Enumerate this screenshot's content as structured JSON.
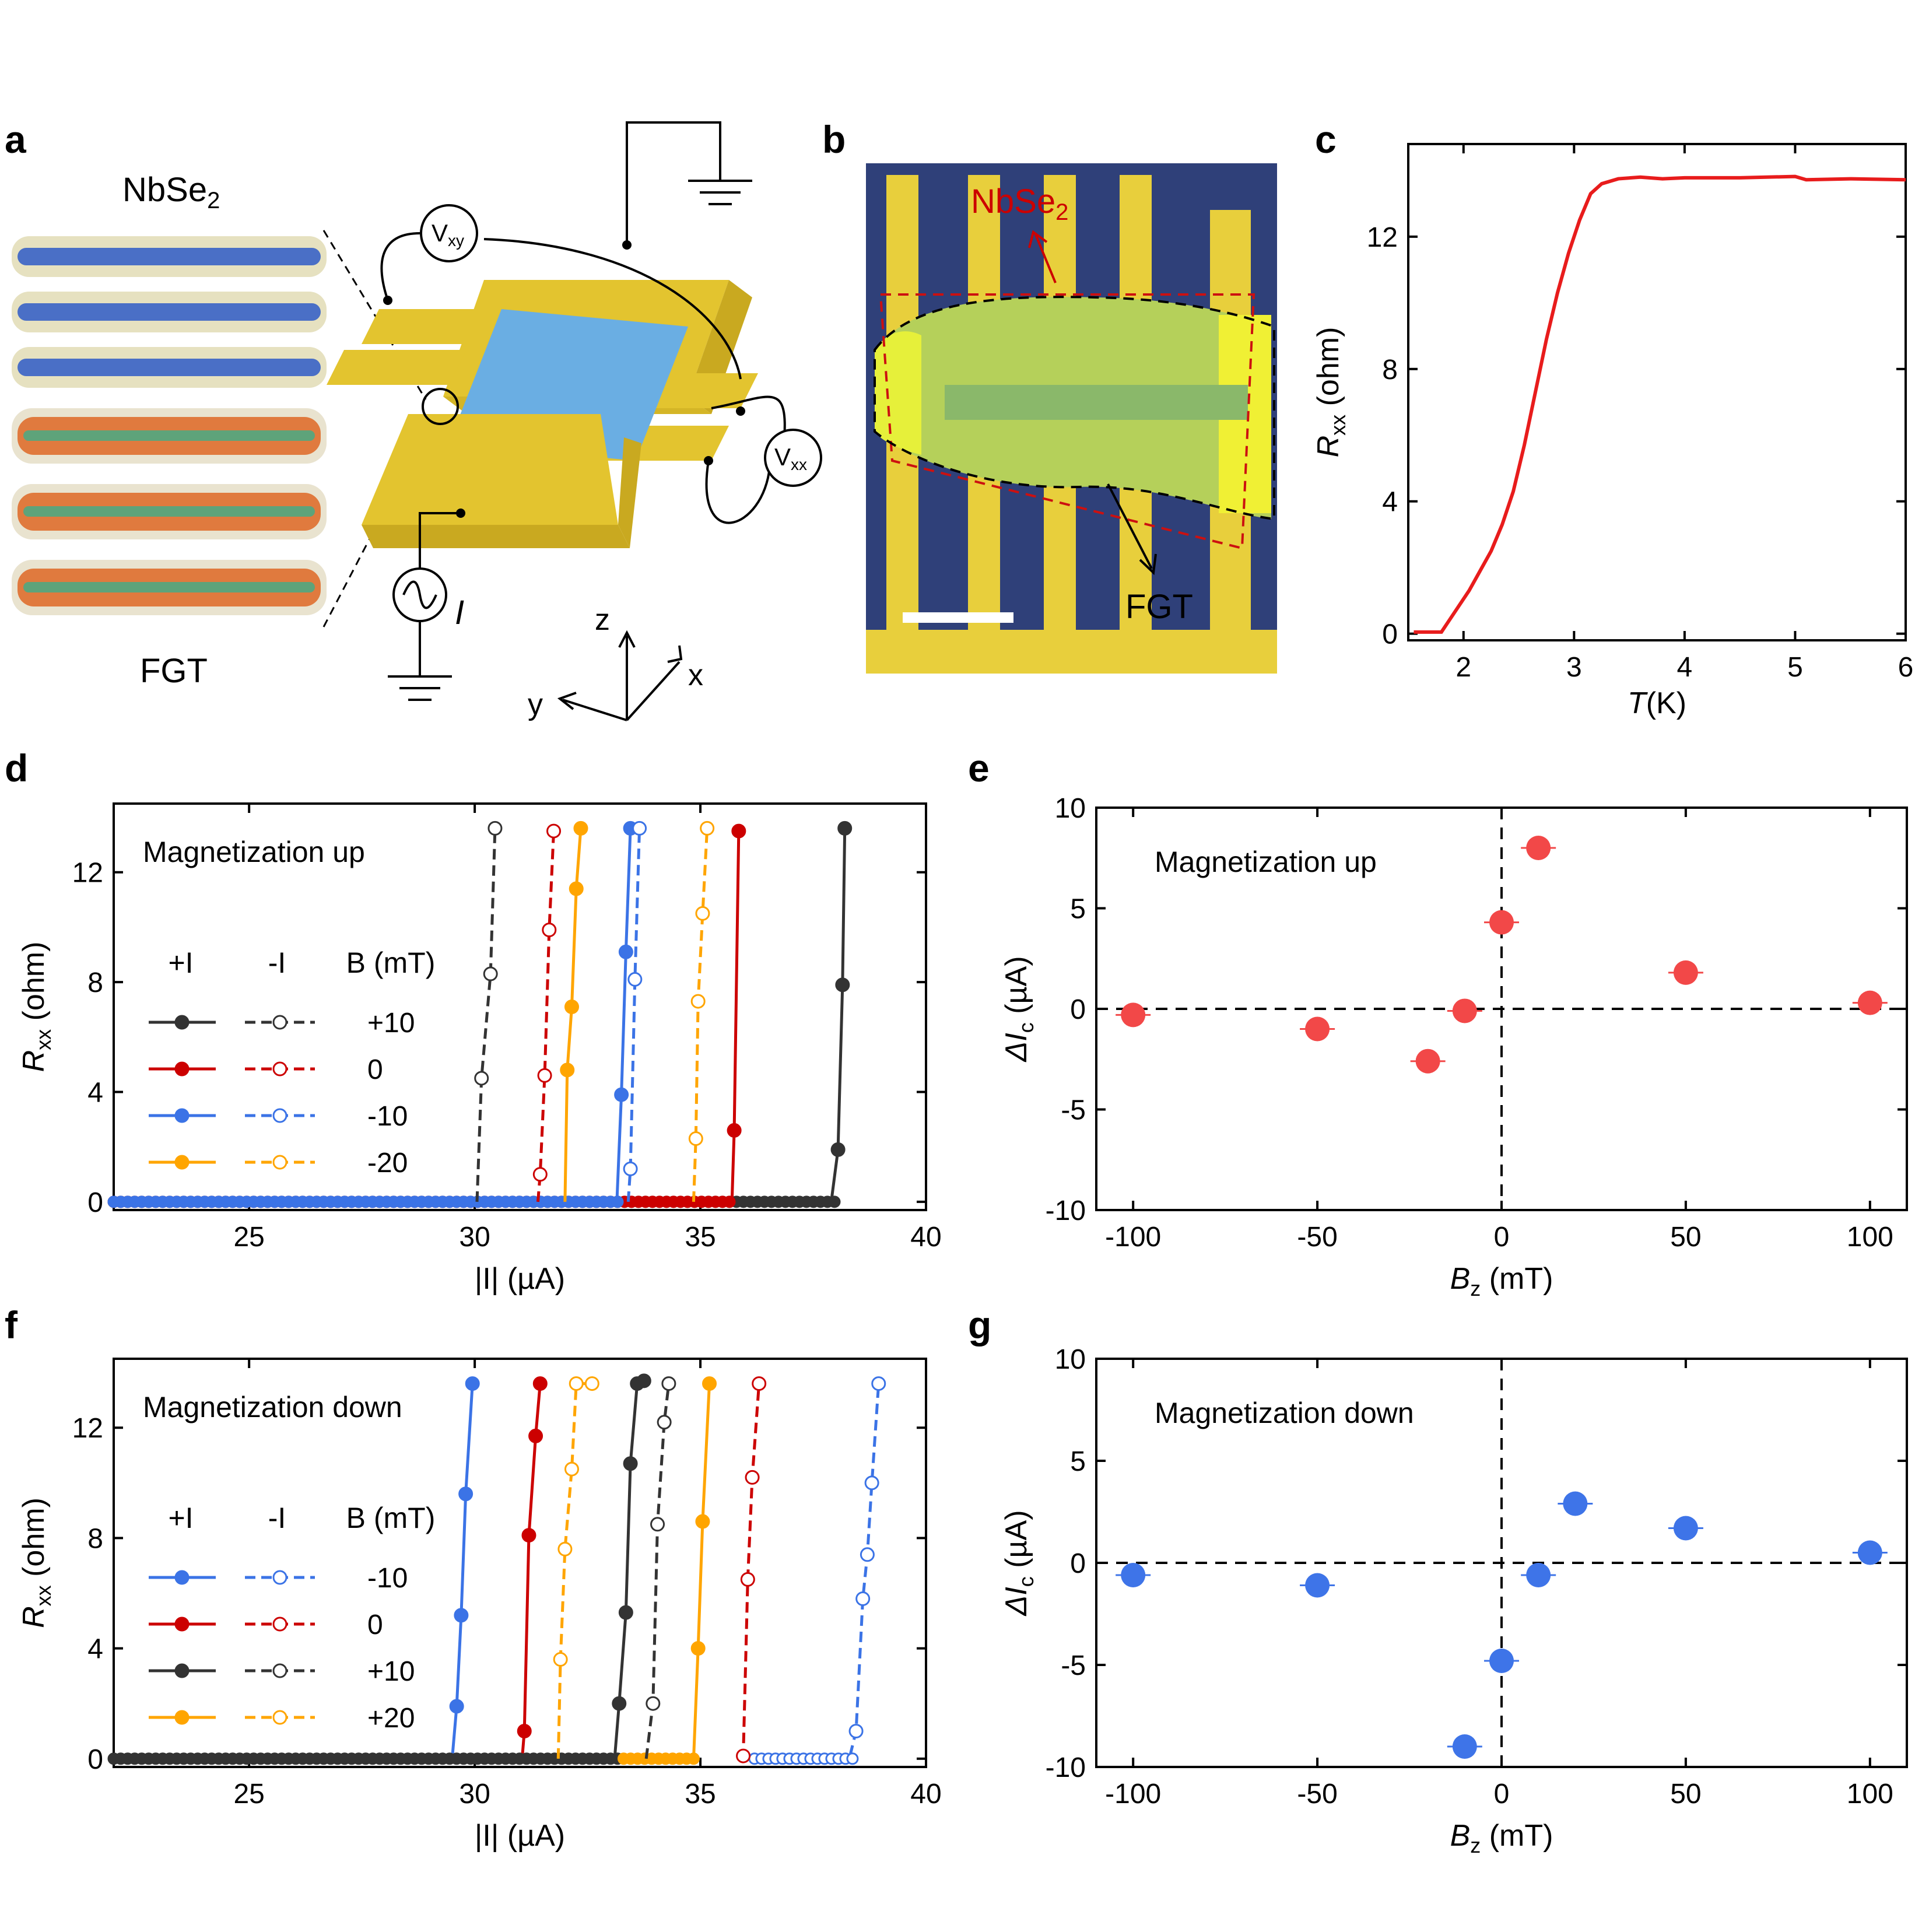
{
  "panels": {
    "a": {
      "letter": "a",
      "top_label": "NbSe",
      "top_label_sub": "2",
      "bottom_label": "FGT",
      "vxy_label": "V",
      "vxy_sub": "xy",
      "vxx_label": "V",
      "vxx_sub": "xx",
      "current_label": "I",
      "axis_z": "z",
      "axis_x": "x",
      "axis_y": "y"
    },
    "b": {
      "letter": "b",
      "nbse2_label": "NbSe",
      "nbse2_sub": "2",
      "fgt_label": "FGT"
    },
    "c": {
      "letter": "c"
    },
    "d": {
      "letter": "d"
    },
    "e": {
      "letter": "e"
    },
    "f": {
      "letter": "f"
    },
    "g": {
      "letter": "g"
    }
  },
  "colors": {
    "red": "#cc0000",
    "black": "#333333",
    "blue": "#3b73e6",
    "orange": "#ffa500",
    "curve_c": "#e81c1c",
    "points_e": "#f24848",
    "points_g": "#3e74e8",
    "gold": "#e8cf3c",
    "blue_flake": "#6aaee3"
  },
  "chart_data": [
    {
      "id": "c",
      "type": "line",
      "title": "",
      "xlabel": "T",
      "xlabel_unit": "(K)",
      "ylabel": "R",
      "ylabel_sub": "xx",
      "ylabel_unit": " (ohm)",
      "xlim": [
        1.5,
        6
      ],
      "ylim": [
        -0.2,
        14.8
      ],
      "xticks": [
        2,
        3,
        4,
        5,
        6
      ],
      "yticks": [
        0,
        4,
        8,
        12
      ],
      "series": [
        {
          "color": "#e81c1c",
          "x": [
            1.55,
            1.8,
            1.85,
            1.95,
            2.05,
            2.15,
            2.25,
            2.35,
            2.45,
            2.55,
            2.65,
            2.75,
            2.85,
            2.95,
            3.05,
            3.15,
            3.25,
            3.4,
            3.6,
            3.8,
            4.0,
            4.5,
            5.0,
            5.1,
            5.5,
            6.0
          ],
          "y": [
            0.05,
            0.05,
            0.3,
            0.8,
            1.3,
            1.9,
            2.5,
            3.3,
            4.3,
            5.7,
            7.3,
            8.9,
            10.3,
            11.5,
            12.5,
            13.3,
            13.6,
            13.75,
            13.8,
            13.75,
            13.78,
            13.78,
            13.82,
            13.72,
            13.75,
            13.72
          ]
        }
      ]
    },
    {
      "id": "d",
      "type": "line",
      "annotation": "Magnetization up",
      "xlabel": "|I| (µA)",
      "ylabel": "R",
      "ylabel_sub": "xx",
      "ylabel_unit": " (ohm)",
      "xlim": [
        22,
        40
      ],
      "ylim": [
        -0.3,
        14.5
      ],
      "xticks": [
        25,
        30,
        35,
        40
      ],
      "yticks": [
        0,
        4,
        8,
        12
      ],
      "legend": {
        "header_plus": "+I",
        "header_minus": "-I",
        "header_b": "B (mT)",
        "entries": [
          "+10",
          "0",
          "-10",
          "-20"
        ]
      },
      "series": [
        {
          "name": "+10",
          "color": "#333333",
          "style": "filled",
          "x": [
            22,
            37.9,
            38.05,
            38.15,
            38.2
          ],
          "y": [
            0,
            0,
            1.9,
            7.9,
            13.6
          ]
        },
        {
          "name": "0",
          "color": "#cc0000",
          "style": "filled",
          "x": [
            22,
            35.7,
            35.75,
            35.85
          ],
          "y": [
            0,
            0,
            2.6,
            13.5
          ]
        },
        {
          "name": "-10",
          "color": "#3b73e6",
          "style": "filled",
          "x": [
            22,
            33.15,
            33.25,
            33.35,
            33.45
          ],
          "y": [
            0,
            0,
            3.9,
            9.1,
            13.6
          ]
        },
        {
          "name": "-20",
          "color": "#ffa500",
          "style": "filled",
          "x": [
            32.0,
            32.05,
            32.15,
            32.25,
            32.35
          ],
          "y": [
            0,
            4.8,
            7.1,
            11.4,
            13.6
          ]
        },
        {
          "name": "+10",
          "color": "#333333",
          "style": "open",
          "x": [
            30.05,
            30.15,
            30.35,
            30.45
          ],
          "y": [
            0,
            4.5,
            8.3,
            13.6
          ]
        },
        {
          "name": "0",
          "color": "#cc0000",
          "style": "open",
          "x": [
            31.4,
            31.45,
            31.55,
            31.65,
            31.75
          ],
          "y": [
            0,
            1.0,
            4.6,
            9.9,
            13.5
          ]
        },
        {
          "name": "-10",
          "color": "#3b73e6",
          "style": "open",
          "x": [
            33.4,
            33.45,
            33.55,
            33.65
          ],
          "y": [
            0,
            1.2,
            8.1,
            13.6
          ]
        },
        {
          "name": "-20",
          "color": "#ffa500",
          "style": "open",
          "x": [
            34.85,
            34.9,
            34.95,
            35.05,
            35.15
          ],
          "y": [
            0,
            2.3,
            7.3,
            10.5,
            13.6
          ]
        }
      ]
    },
    {
      "id": "e",
      "type": "scatter",
      "annotation": "Magnetization up",
      "xlabel": "B",
      "xlabel_sub": "z",
      "xlabel_unit": " (mT)",
      "ylabel": "ΔI",
      "ylabel_sub": "c",
      "ylabel_unit": " (µA)",
      "xlim": [
        -110,
        110
      ],
      "ylim": [
        -10,
        10
      ],
      "xticks": [
        -100,
        -50,
        0,
        50,
        100
      ],
      "yticks": [
        -10,
        -5,
        0,
        5,
        10
      ],
      "series": [
        {
          "color": "#f24848",
          "x": [
            -100,
            -50,
            -20,
            -10,
            0,
            10,
            50,
            100
          ],
          "y": [
            -0.3,
            -1.0,
            -2.6,
            -0.1,
            4.3,
            8.0,
            1.8,
            0.3
          ]
        }
      ]
    },
    {
      "id": "f",
      "type": "line",
      "annotation": "Magnetization down",
      "xlabel": "|I| (µA)",
      "ylabel": "R",
      "ylabel_sub": "xx",
      "ylabel_unit": " (ohm)",
      "xlim": [
        22,
        40
      ],
      "ylim": [
        -0.3,
        14.5
      ],
      "xticks": [
        25,
        30,
        35,
        40
      ],
      "yticks": [
        0,
        4,
        8,
        12
      ],
      "legend": {
        "header_plus": "+I",
        "header_minus": "-I",
        "header_b": "B (mT)",
        "entries": [
          "-10",
          "0",
          "+10",
          "+20"
        ]
      },
      "series": [
        {
          "name": "-10",
          "color": "#3b73e6",
          "style": "filled",
          "x": [
            29.5,
            29.6,
            29.7,
            29.8,
            29.95
          ],
          "y": [
            0,
            1.9,
            5.2,
            9.6,
            13.6
          ]
        },
        {
          "name": "0",
          "color": "#cc0000",
          "style": "filled",
          "x": [
            31.05,
            31.1,
            31.2,
            31.35,
            31.45
          ],
          "y": [
            0,
            1.0,
            8.1,
            11.7,
            13.6
          ]
        },
        {
          "name": "+10",
          "color": "#333333",
          "style": "filled",
          "x": [
            22,
            33.1,
            33.2,
            33.35,
            33.45,
            33.6,
            33.75
          ],
          "y": [
            0,
            0,
            2.0,
            5.3,
            10.7,
            13.6,
            13.7
          ]
        },
        {
          "name": "+20",
          "color": "#ffa500",
          "style": "filled",
          "x": [
            33.3,
            34.85,
            34.95,
            35.05,
            35.2
          ],
          "y": [
            0,
            0,
            4.0,
            8.6,
            13.6
          ]
        },
        {
          "name": "-10",
          "color": "#3b73e6",
          "style": "open",
          "x": [
            36.2,
            38.3,
            38.45,
            38.6,
            38.7,
            38.8,
            38.95
          ],
          "y": [
            0,
            0,
            1.0,
            5.8,
            7.4,
            10.0,
            13.6
          ]
        },
        {
          "name": "0",
          "color": "#cc0000",
          "style": "open",
          "x": [
            35.9,
            35.95,
            36.05,
            36.15,
            36.3
          ],
          "y": [
            0,
            0.1,
            6.5,
            10.2,
            13.6
          ]
        },
        {
          "name": "+10",
          "color": "#333333",
          "style": "open",
          "x": [
            33.8,
            33.95,
            34.05,
            34.2,
            34.3
          ],
          "y": [
            0,
            2.0,
            8.5,
            12.2,
            13.6
          ]
        },
        {
          "name": "+20",
          "color": "#ffa500",
          "style": "open",
          "x": [
            31.85,
            31.9,
            32.0,
            32.15,
            32.25,
            32.6
          ],
          "y": [
            0,
            3.6,
            7.6,
            10.5,
            13.6,
            13.6
          ]
        }
      ]
    },
    {
      "id": "g",
      "type": "scatter",
      "annotation": "Magnetization down",
      "xlabel": "B",
      "xlabel_sub": "z",
      "xlabel_unit": " (mT)",
      "ylabel": "ΔI",
      "ylabel_sub": "c",
      "ylabel_unit": " (µA)",
      "xlim": [
        -110,
        110
      ],
      "ylim": [
        -10,
        10
      ],
      "xticks": [
        -100,
        -50,
        0,
        50,
        100
      ],
      "yticks": [
        -10,
        -5,
        0,
        5,
        10
      ],
      "series": [
        {
          "color": "#3e74e8",
          "x": [
            -100,
            -50,
            -10,
            0,
            10,
            20,
            50,
            100
          ],
          "y": [
            -0.6,
            -1.1,
            -9.0,
            -4.8,
            -0.6,
            2.9,
            1.7,
            0.5
          ]
        }
      ]
    }
  ]
}
